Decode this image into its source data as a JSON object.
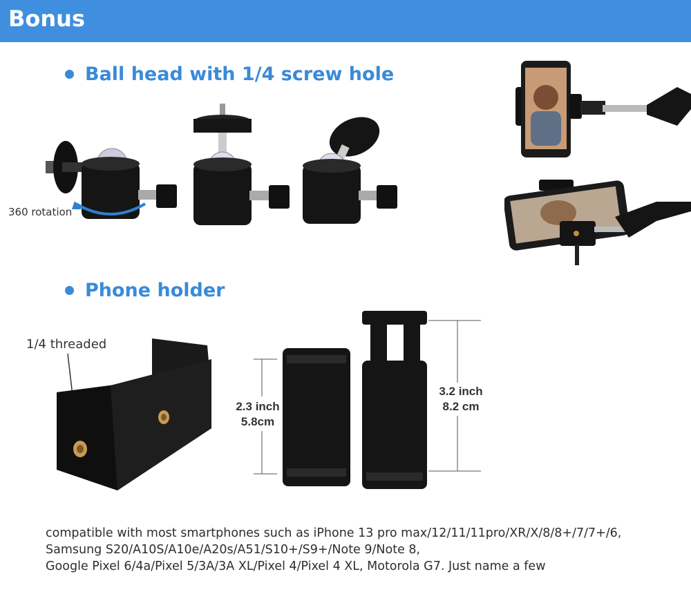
{
  "banner": {
    "title": "Bonus"
  },
  "ball_head": {
    "heading": "Ball head with 1/4 screw hole",
    "rotation_label": "360 rotation"
  },
  "phone_holder": {
    "heading": "Phone holder",
    "thread_label": "1/4 threaded",
    "min_size": {
      "inch": "2.3 inch",
      "cm": "5.8cm"
    },
    "max_size": {
      "inch": "3.2 inch",
      "cm": "8.2 cm"
    }
  },
  "compatibility": {
    "lines": [
      "compatible with most smartphones such as iPhone 13 pro max/12/11/11pro/XR/X/8/8+/7/7+/6,",
      "Samsung S20/A10S/A10e/A20s/A51/S10+/S9+/Note 9/Note 8,",
      "Google Pixel 6/4a/Pixel 5/3A/3A XL/Pixel 4/Pixel 4 XL, Motorola G7. Just name a few"
    ]
  },
  "colors": {
    "banner": "#3f8fde",
    "heading": "#3a8ad8",
    "product": "#1a1a1a"
  }
}
